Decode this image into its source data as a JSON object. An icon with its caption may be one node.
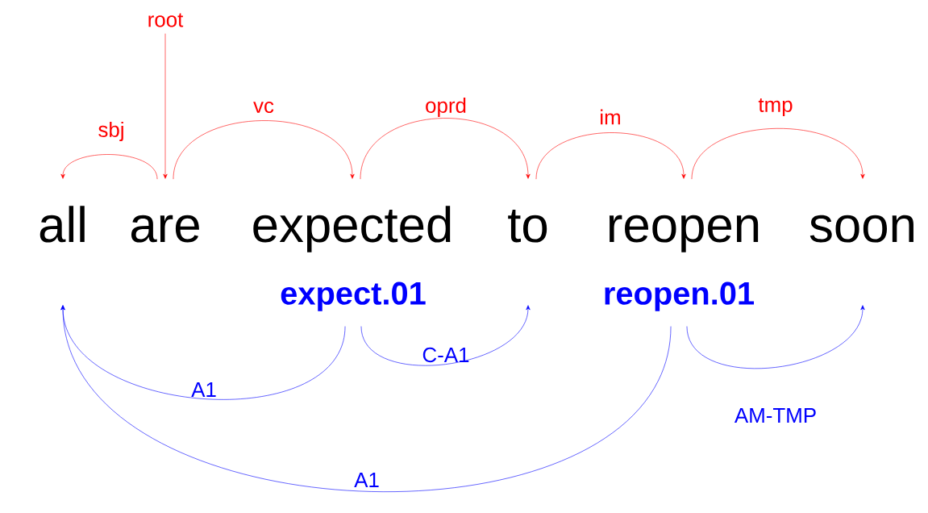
{
  "diagram": {
    "nodes": [
      {
        "text": [
          "all"
        ]
      },
      {
        "text": [
          "are"
        ]
      },
      {
        "text": [
          "expected"
        ]
      },
      {
        "text": [
          "to"
        ]
      },
      {
        "text": [
          "reopen"
        ]
      },
      {
        "text": [
          "soon"
        ]
      },
      {
        "text": [
          "expect.01"
        ]
      },
      {
        "text": [
          "reopen.01"
        ]
      },
      {
        "text": [
          "root"
        ]
      }
    ],
    "edges": [
      {
        "from": 8,
        "to": 1,
        "arrow": "to"
      },
      {
        "from": 1,
        "to": 0,
        "arrow": "to",
        "label": "sbj"
      },
      {
        "from": 1,
        "to": 2,
        "arrow": "to",
        "label": "vc"
      },
      {
        "from": 2,
        "to": 3,
        "arrow": "to",
        "label": "oprd"
      },
      {
        "from": 3,
        "to": 4,
        "arrow": "to",
        "label": "im"
      },
      {
        "from": 4,
        "to": 5,
        "arrow": "to",
        "label": "tmp"
      },
      {
        "from": 6,
        "to": 0,
        "arrow": "to",
        "label": "A1",
        "color": "#0000ff"
      },
      {
        "from": 6,
        "to": 3,
        "arrow": "to",
        "label": "C-A1",
        "color": "#0000ff"
      },
      {
        "from": 7,
        "to": 0,
        "arrow": "to",
        "label": "A1",
        "color": "#0000ff"
      },
      {
        "from": 7,
        "to": 5,
        "arrow": "to",
        "label": "AM-TMP",
        "color": "#0000ff"
      }
    ]
  }
}
